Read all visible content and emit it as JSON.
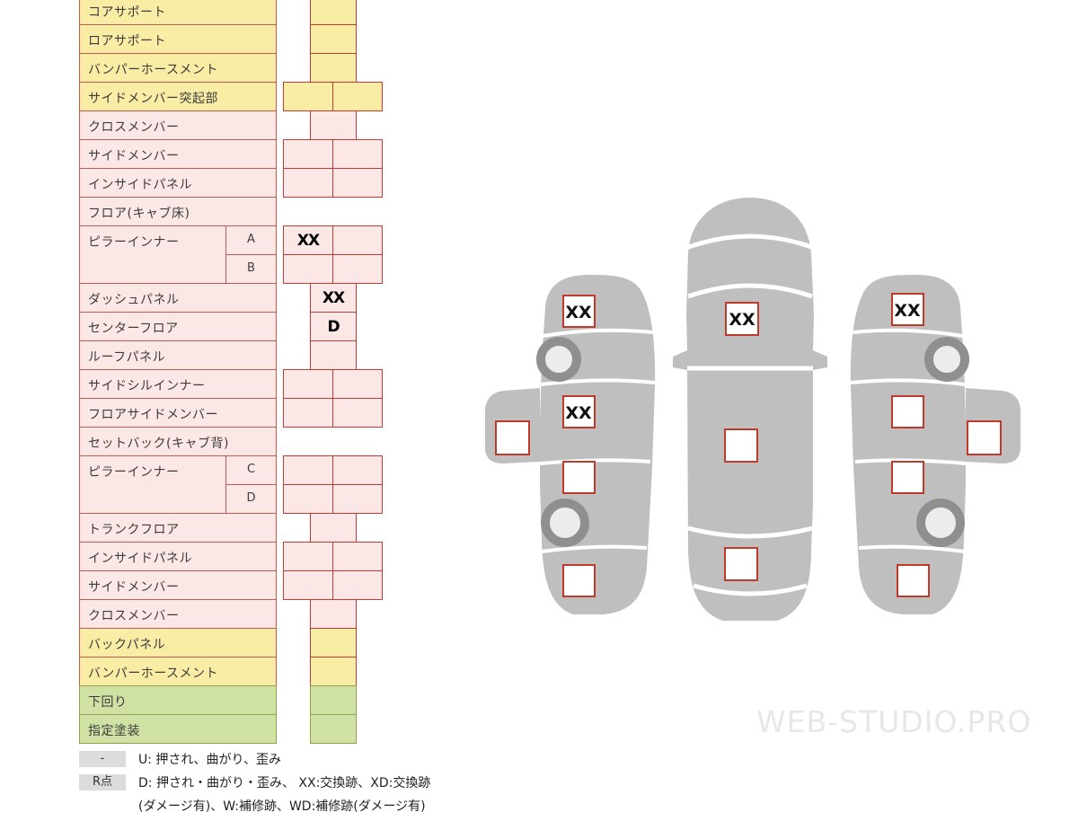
{
  "sheet": {
    "rows": {
      "r1": {
        "label": "コアサポート"
      },
      "r2": {
        "label": "ロアサポート"
      },
      "r3": {
        "label": "バンパーホースメント"
      },
      "r4": {
        "label": "サイドメンバー突起部"
      },
      "r5": {
        "label": "クロスメンバー"
      },
      "r6": {
        "label": "サイドメンバー"
      },
      "r7": {
        "label": "インサイドパネル"
      },
      "r8": {
        "label": "フロア(キャブ床)"
      },
      "r9": {
        "label": "ピラーインナー",
        "sub_a": "A",
        "sub_b": "B",
        "mark_a": "XX"
      },
      "r10": {
        "label": "ダッシュパネル",
        "mark": "XX"
      },
      "r11": {
        "label": "センターフロア",
        "mark": "D"
      },
      "r12": {
        "label": "ルーフパネル"
      },
      "r13": {
        "label": "サイドシルインナー"
      },
      "r14": {
        "label": "フロアサイドメンバー"
      },
      "r15": {
        "label": "セットバック(キャブ背)"
      },
      "r16": {
        "label": "ピラーインナー",
        "sub_c": "C",
        "sub_d": "D"
      },
      "r17": {
        "label": "トランクフロア"
      },
      "r18": {
        "label": "インサイドパネル"
      },
      "r19": {
        "label": "サイドメンバー"
      },
      "r20": {
        "label": "クロスメンバー"
      },
      "r21": {
        "label": "バックパネル"
      },
      "r22": {
        "label": "バンパーホースメント"
      },
      "r23": {
        "label": "下回り"
      },
      "r24": {
        "label": "指定塗装"
      }
    }
  },
  "legend": {
    "row1": {
      "badge": "-",
      "text": "U: 押され、曲がり、歪み"
    },
    "row2": {
      "badge": "R点",
      "text": "D: 押され・曲がり・歪み、 XX:交換跡、XD:交換跡"
    },
    "row3": {
      "text": "(ダメージ有)、W:補修跡、WD:補修跡(ダメージ有)"
    }
  },
  "diagram": {
    "marks": {
      "left_top": "XX",
      "left_mid": "XX",
      "center_top": "XX",
      "right_top": "XX"
    },
    "watermark": "WEB-STUDIO.PRO"
  },
  "colors": {
    "yellow": "#f9eda5",
    "pink": "#fbe7e6",
    "green": "#cfe2a4",
    "cell_border": "#c63a35",
    "car_gray": "#bfbfbf"
  }
}
